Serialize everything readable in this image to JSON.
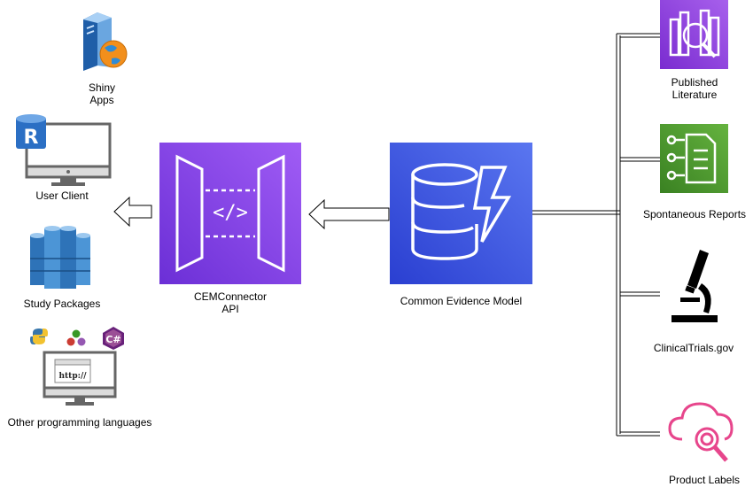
{
  "left_nodes": {
    "shiny": {
      "line1": "Shiny",
      "line2": "Apps"
    },
    "user_client": {
      "label": "User Client"
    },
    "study_packages": {
      "label": "Study Packages"
    },
    "other_languages": {
      "label": "Other programming languages",
      "browser_text": "http://"
    }
  },
  "center_nodes": {
    "api": {
      "line1": "CEMConnector",
      "line2": "API"
    },
    "cem": {
      "label": "Common Evidence Model"
    }
  },
  "right_nodes": {
    "literature": {
      "line1": "Published",
      "line2": "Literature"
    },
    "spontaneous": {
      "label": "Spontaneous Reports"
    },
    "clinical_trials": {
      "label": "ClinicalTrials.gov"
    },
    "product_labels": {
      "label": "Product Labels"
    }
  },
  "icons": {
    "r_badge": "R",
    "csharp_badge": "C#",
    "api_glyph": "</>"
  },
  "colors": {
    "api_purple": "#8a4bf0",
    "cem_blue": "#3f57e3",
    "literature_purple": "#8a3fd9",
    "spontaneous_green": "#4b9a2c",
    "labels_pink": "#e7468c"
  }
}
